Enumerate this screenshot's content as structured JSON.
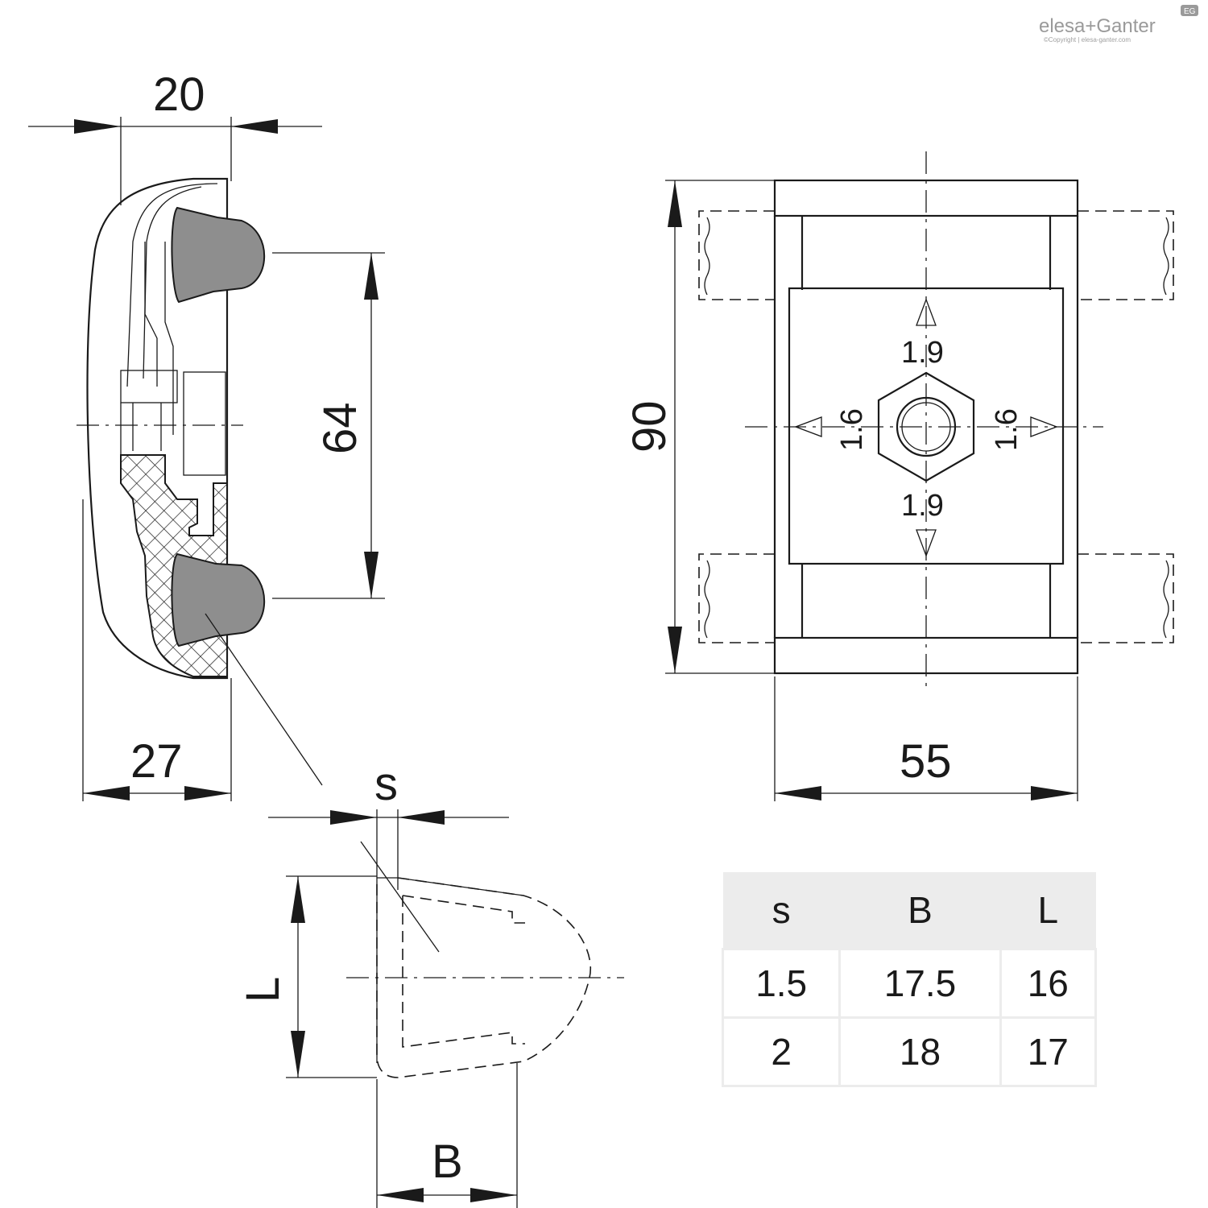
{
  "brand": {
    "logo_text": "elesa+Ganter",
    "copyright": "©Copyright | elesa-ganter.com",
    "badge": "EG"
  },
  "side_view": {
    "dim_width_top": "20",
    "dim_width_bottom": "27",
    "dim_pitch": "64"
  },
  "front_view": {
    "dim_height": "90",
    "dim_width": "55",
    "offset_top": "1.9",
    "offset_bottom": "1.9",
    "offset_left": "1.6",
    "offset_right": "1.6"
  },
  "detail_view": {
    "label_s": "s",
    "label_L": "L",
    "label_B": "B"
  },
  "table": {
    "headers": [
      "s",
      "B",
      "L"
    ],
    "rows": [
      [
        "1.5",
        "17.5",
        "16"
      ],
      [
        "2",
        "18",
        "17"
      ]
    ]
  }
}
